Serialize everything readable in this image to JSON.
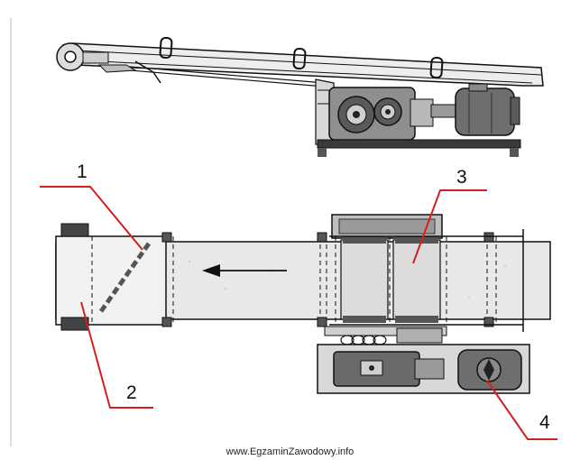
{
  "callouts": [
    {
      "id": "1",
      "label": "1"
    },
    {
      "id": "2",
      "label": "2"
    },
    {
      "id": "3",
      "label": "3"
    },
    {
      "id": "4",
      "label": "4"
    }
  ],
  "watermark": "www.EgzaminZawodowy.info",
  "colors": {
    "line": "#111111",
    "leader": "#d22020",
    "belt_fill": "#e6e6e6",
    "metal_dark": "#3a3a3a",
    "metal_mid": "#8a8a8a",
    "metal_light": "#cfcfcf"
  }
}
